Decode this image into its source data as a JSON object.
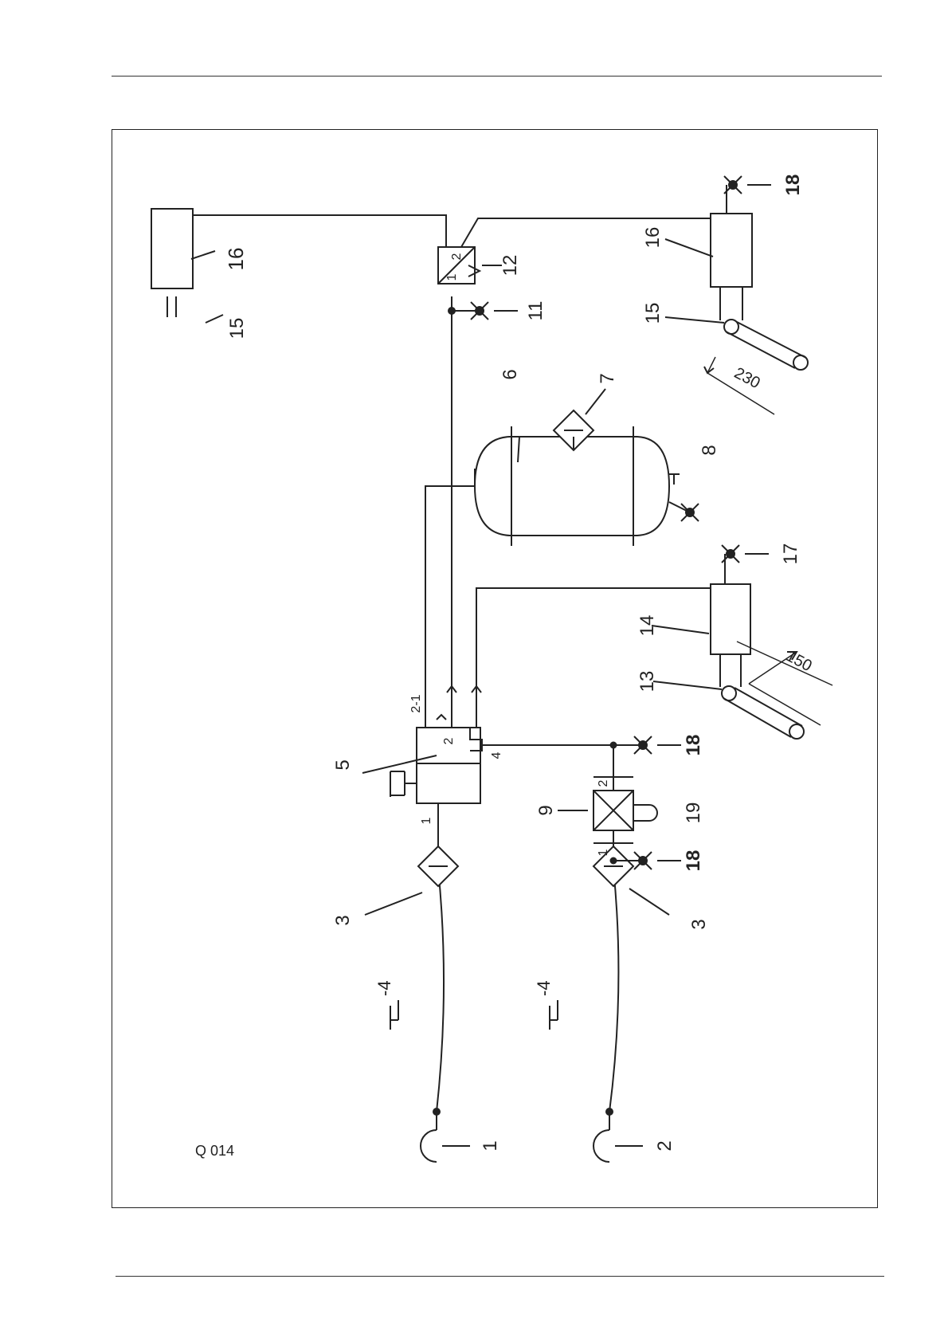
{
  "diagram": {
    "code": "Q 014",
    "callouts": {
      "c1": "1",
      "c2": "2",
      "c3a": "3",
      "c3b": "3",
      "c4a": "-4",
      "c4b": "-4",
      "c5": "5",
      "c6": "6",
      "c7": "7",
      "c8": "8",
      "c9": "9",
      "c11": "11",
      "c12": "12",
      "c13": "13",
      "c14": "14",
      "c15": "15",
      "c16": "16",
      "c15hw": "15",
      "c16hw": "16",
      "c17": "17",
      "c18a": "18",
      "c18b": "18",
      "c18c": "18",
      "c19": "19"
    },
    "port_labels": {
      "p5_in": "1",
      "p5_out": "2",
      "p5_top": "2-1",
      "p5_ctrl": "4",
      "p9_in": "1",
      "p9_out": "2",
      "p12_in": "1",
      "p12_out": "2"
    },
    "dimensions": {
      "d150": "150",
      "d230": "230"
    }
  }
}
